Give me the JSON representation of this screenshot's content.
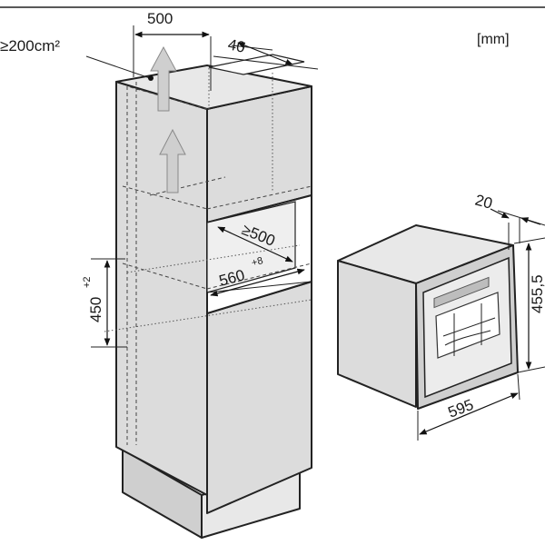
{
  "unit_label": "[mm]",
  "labels": {
    "width_500": "500",
    "depth_40": "40",
    "vent_area": "≥200cm²",
    "niche_depth": "≥500",
    "niche_width": "560",
    "niche_width_tol": "+8",
    "niche_height": "450",
    "niche_height_tol": "+2",
    "appliance_depth": "20",
    "appliance_height": "455,5",
    "appliance_width": "595"
  }
}
